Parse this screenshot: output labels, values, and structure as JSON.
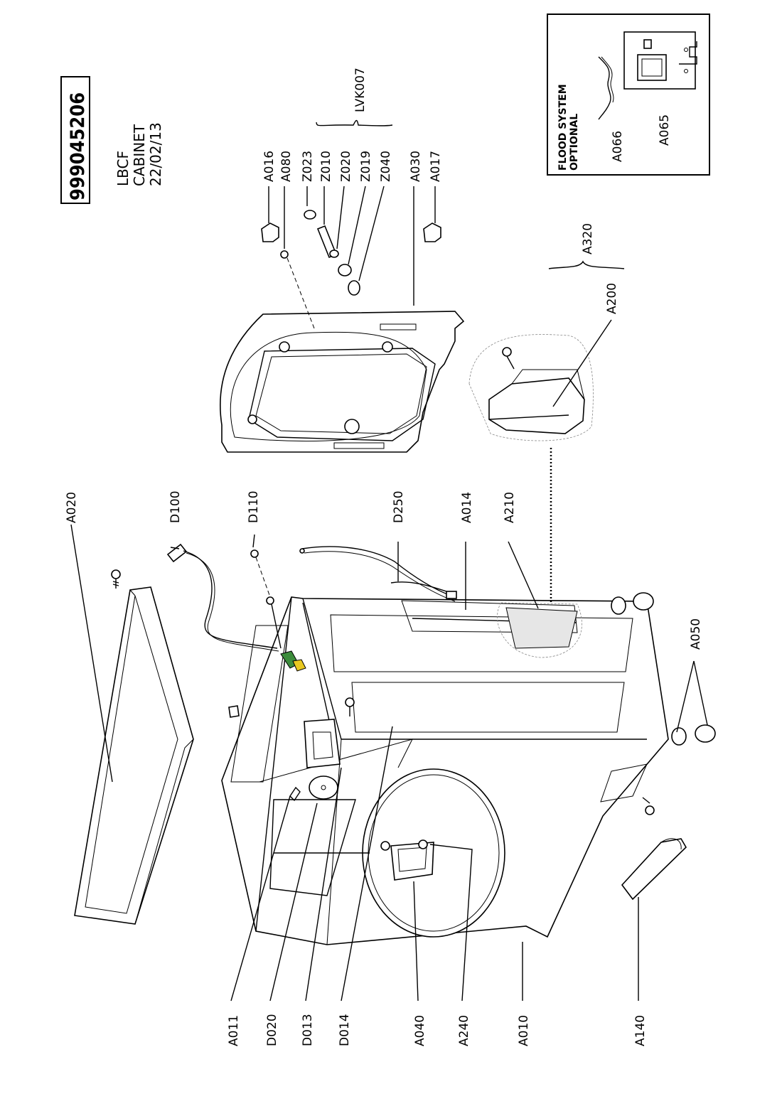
{
  "header": {
    "part_number": "999045206",
    "model": "LBCF",
    "section": "CABINET",
    "date": "22/02/13"
  },
  "kit": {
    "label": "LVK007"
  },
  "group": {
    "label": "A320"
  },
  "flood_box": {
    "title_line1": "FLOOD SYSTEM",
    "title_line2": "OPTIONAL",
    "labels": [
      "A066",
      "A065"
    ]
  },
  "labels_top": [
    "A020",
    "D100",
    "D110",
    "D250",
    "A014",
    "A210",
    "A200"
  ],
  "labels_right": [
    "A016",
    "A080",
    "Z023",
    "Z010",
    "Z020",
    "Z019",
    "Z040",
    "A030",
    "A017"
  ],
  "labels_bottom": [
    "A011",
    "D020",
    "D013",
    "D014",
    "A040",
    "A240",
    "A010",
    "A140"
  ],
  "labels_other": [
    "A050"
  ],
  "colors": {
    "line": "#000000",
    "background": "#ffffff",
    "harness_green": "#3c8c3c",
    "harness_yellow": "#e8c820"
  }
}
